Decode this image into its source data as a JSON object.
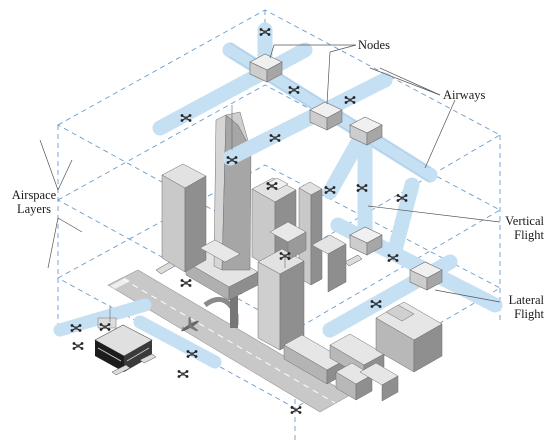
{
  "labels": {
    "nodes": "Nodes",
    "airways": "Airways",
    "airspace_layers_line1": "Airspace",
    "airspace_layers_line2": "Layers",
    "vertical_flight_line1": "Vertical",
    "vertical_flight_line2": "Flight",
    "lateral_flight_line1": "Lateral",
    "lateral_flight_line2": "Flight"
  },
  "colors": {
    "layer_dash": "#6a9ccc",
    "airway_tube": "#c5dff3",
    "airway_tube_edge": "#9cc3e4",
    "node_box": "#d9d9d9",
    "building_light": "#d4d4d4",
    "building_mid": "#b3b3b3",
    "building_dark": "#8e8e8e",
    "runway": "#c8c8c8",
    "leader_line": "#555555"
  },
  "icons": [
    "drone-icon",
    "airplane-icon",
    "control-tower-icon",
    "terminal-building-icon"
  ]
}
